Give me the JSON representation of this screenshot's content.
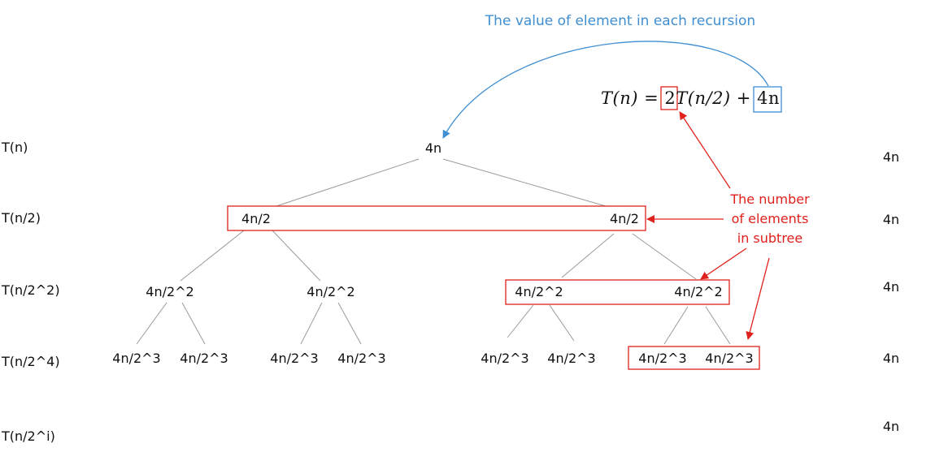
{
  "caption": "The value of element in each recursion",
  "formula": {
    "lhs": "T(n) =",
    "coef": "2",
    "mid": "T(n/2) +",
    "cost": "4n"
  },
  "annotation": {
    "line1": "The number",
    "line2": "of elements",
    "line3": "in subtree"
  },
  "levels": {
    "l0": "T(n)",
    "l1": "T(n/2)",
    "l2": "T(n/2^2)",
    "l3": "T(n/2^4)",
    "li": "T(n/2^i)"
  },
  "level_costs": [
    "4n",
    "4n",
    "4n",
    "4n",
    "4n"
  ],
  "tree": {
    "root": "4n",
    "depth1": [
      "4n/2",
      "4n/2"
    ],
    "depth2": [
      "4n/2^2",
      "4n/2^2",
      "4n/2^2",
      "4n/2^2"
    ],
    "depth3": [
      "4n/2^3",
      "4n/2^3",
      "4n/2^3",
      "4n/2^3",
      "4n/2^3",
      "4n/2^3",
      "4n/2^3",
      "4n/2^3"
    ]
  },
  "colors": {
    "highlight_red": "#e0201c",
    "highlight_blue": "#3f8fd2",
    "edge_gray": "#9a9a9a"
  }
}
